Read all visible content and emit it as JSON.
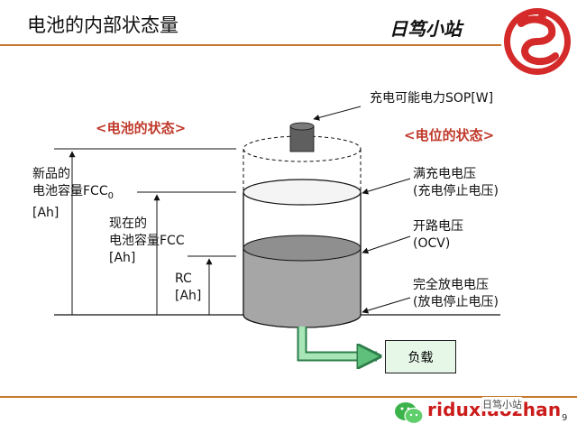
{
  "header": {
    "title": "电池的内部状态量",
    "brand": "日笃小站"
  },
  "left_state_title": "<电池的状态>",
  "right_state_title": "<电位的状态>",
  "left_labels": {
    "fcc0_line1": "新品的",
    "fcc0_line2": "电池容量FCC",
    "fcc0_sub": "0",
    "fcc0_unit": "[Ah]",
    "fcc_line1": "现在的",
    "fcc_line2": "电池容量FCC",
    "fcc_unit": "[Ah]",
    "rc_line1": "RC",
    "rc_unit": "[Ah]"
  },
  "right_labels": {
    "sop": "充电可能电力SOP[W]",
    "full_line1": "满充电电压",
    "full_line2": "(充电停止电压)",
    "ocv_line1": "开路电压",
    "ocv_line2": "(OCV)",
    "empty_line1": "完全放电电压",
    "empty_line2": "(放电停止电压)"
  },
  "load_label": "负载",
  "watermark": {
    "text": "riduxiaozhan",
    "small": "日笃小站",
    "icon": "wechat-icon"
  },
  "page_number": "9",
  "colors": {
    "accent_rule": "#c8782e",
    "state_title": "#c0392b",
    "liquid": "#a6a6a6",
    "load_box": "#e6f7e8",
    "pipe": "#5ec07a",
    "watermark": "#cc1b1b"
  }
}
